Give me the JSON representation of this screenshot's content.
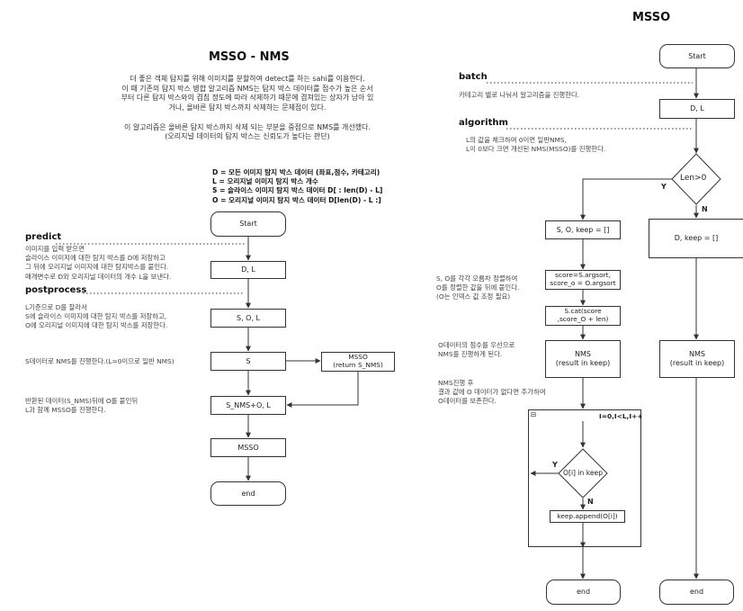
{
  "left": {
    "title": "MSSO - NMS",
    "description": [
      "더 좋은 객체 탐지를 위해 이미지를 분할하여 detect를 하는 sahi를 이용한다.",
      "이 때 기존의 탐지 박스 병합 알고리즘 NMS는 탐지 박스 데이터를 점수가 높은 순서",
      "부터 다른 탐지 박스와의 겹침 정도에 따라 삭제하기 때문에 겹쳐있는 상자가 남아 있",
      "거나, 올바른 탐지 박스까지 삭제하는 문제점이 있다.",
      "",
      "이 알고리즘은 올바른 탐지 박스까지 삭제 되는 부분을 중점으로 NMS를 개선했다.",
      "(오리지널 데이터의 탐지 박스는 신뢰도가 높다는 판단)"
    ],
    "definitions": [
      "D = 모든 이미지 탐지 박스 데이터 (좌표,점수, 카테고리)",
      "L =  오리지널 이미지 탐지 박스 개수",
      "S = 슬라이스 이미지 탐지 박스 데이터 D[ : len(D) - L]",
      "O = 오리지널 이미지 탐지 박스 데이터 D[len(D) - L :]"
    ],
    "labels": {
      "predict": "predict",
      "postprocess": "postprocess"
    },
    "notes": {
      "predict": [
        "이미지를 입력 받으면",
        "슬라이스 이미지에 대한 탐지 박스를 D에 저장하고",
        "그 뒤에 오리지널 이미지에 대한 탐지박스를 붙인다.",
        "매개변수로 D와 오리지널 데이터의 개수 L을 보낸다."
      ],
      "postprocess": [
        "L기준으로 D를 잘라서",
        "S에 슬라이스 이미지에 대한 탐지 박스를 저장하고,",
        "O에 오리지널 이미지에 대한 탐지 박스를 저장한다."
      ],
      "nms": [
        "S데이터로 NMS를 진행한다.(L=0이므로 일반 NMS)"
      ],
      "merge": [
        "반환된 데이터(S_NMS)뒤에 O를 붙인뒤",
        "L과 함께 MSSO를 진행한다."
      ]
    },
    "nodes": {
      "start": "Start",
      "dl": "D, L",
      "sol": "S, O, L",
      "s": "S",
      "msso_call": [
        "MSSO",
        "(return S_NMS)"
      ],
      "snms": "S_NMS+O, L",
      "msso": "MSSO",
      "end": "end"
    }
  },
  "right": {
    "title": "MSSO",
    "labels": {
      "batch": "batch",
      "algorithm": "algorithm"
    },
    "notes": {
      "batch": [
        "카테고리 별로 나눠서 알고리즘을 진행한다."
      ],
      "algorithm": [
        "L의 값을 체크하여 0이면 일반NMS,",
        "L이 0보다 크면 개선된 NMS(MSSO)를 진행한다."
      ],
      "sort": [
        "S, O를 각각 오름차 정렬하여",
        "O를 정렬한 값을 뒤에 붙인다.",
        "(O는 인덱스 값 조정 필요)"
      ],
      "priority": [
        "O데이터의 점수를 우선으로",
        "NMS를 진행하게 된다."
      ],
      "after": [
        "NMS진행 후",
        "결과 값에 O 데이터가 없다면 추가하여",
        "O데이터를 보존한다."
      ]
    },
    "nodes": {
      "start": "Start",
      "dl": "D, L",
      "decision": "Len>0",
      "yes": "Y",
      "no": "N",
      "sokeep": "S, O, keep = []",
      "dkeep": "D, keep = []",
      "score": [
        "score=S.argsort,",
        "score_o = O.argsort"
      ],
      "cat": [
        "S.cat(score",
        ",score_O + len)"
      ],
      "nms_left": [
        "NMS",
        "(result in keep)"
      ],
      "nms_right": [
        "NMS",
        "(result in keep)"
      ],
      "loop_header": "I=0,I<L,I++",
      "loop_cond": "O[i] in keep",
      "loop_yes": "Y",
      "loop_no": "N",
      "append": "keep.append(O[i])",
      "end_left": "end",
      "end_right": "end"
    }
  }
}
